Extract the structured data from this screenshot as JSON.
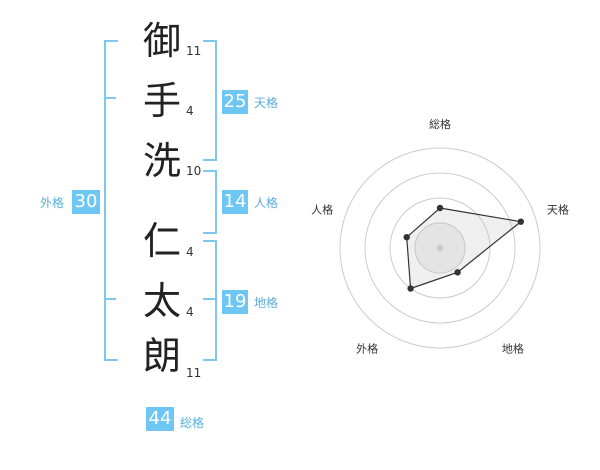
{
  "name": {
    "characters": [
      {
        "char": "御",
        "strokes": "11"
      },
      {
        "char": "手",
        "strokes": "4"
      },
      {
        "char": "洗",
        "strokes": "10"
      },
      {
        "char": "仁",
        "strokes": "4"
      },
      {
        "char": "太",
        "strokes": "4"
      },
      {
        "char": "朗",
        "strokes": "11"
      }
    ]
  },
  "fortunes": {
    "tenkaku": {
      "value": "25",
      "label": "天格"
    },
    "jinkaku": {
      "value": "14",
      "label": "人格"
    },
    "chikaku": {
      "value": "19",
      "label": "地格"
    },
    "gaikaku": {
      "value": "30",
      "label": "外格"
    },
    "soukaku": {
      "value": "44",
      "label": "総格"
    }
  },
  "colors": {
    "accent": "#6ec6f5",
    "bracket": "#7ec8ef",
    "label": "#58aee0"
  },
  "chart_data": {
    "type": "radar",
    "axes": [
      "総格",
      "天格",
      "地格",
      "外格",
      "人格"
    ],
    "values": [
      0.4,
      0.85,
      0.3,
      0.5,
      0.35
    ],
    "range": [
      0,
      1
    ],
    "rings": 4
  }
}
